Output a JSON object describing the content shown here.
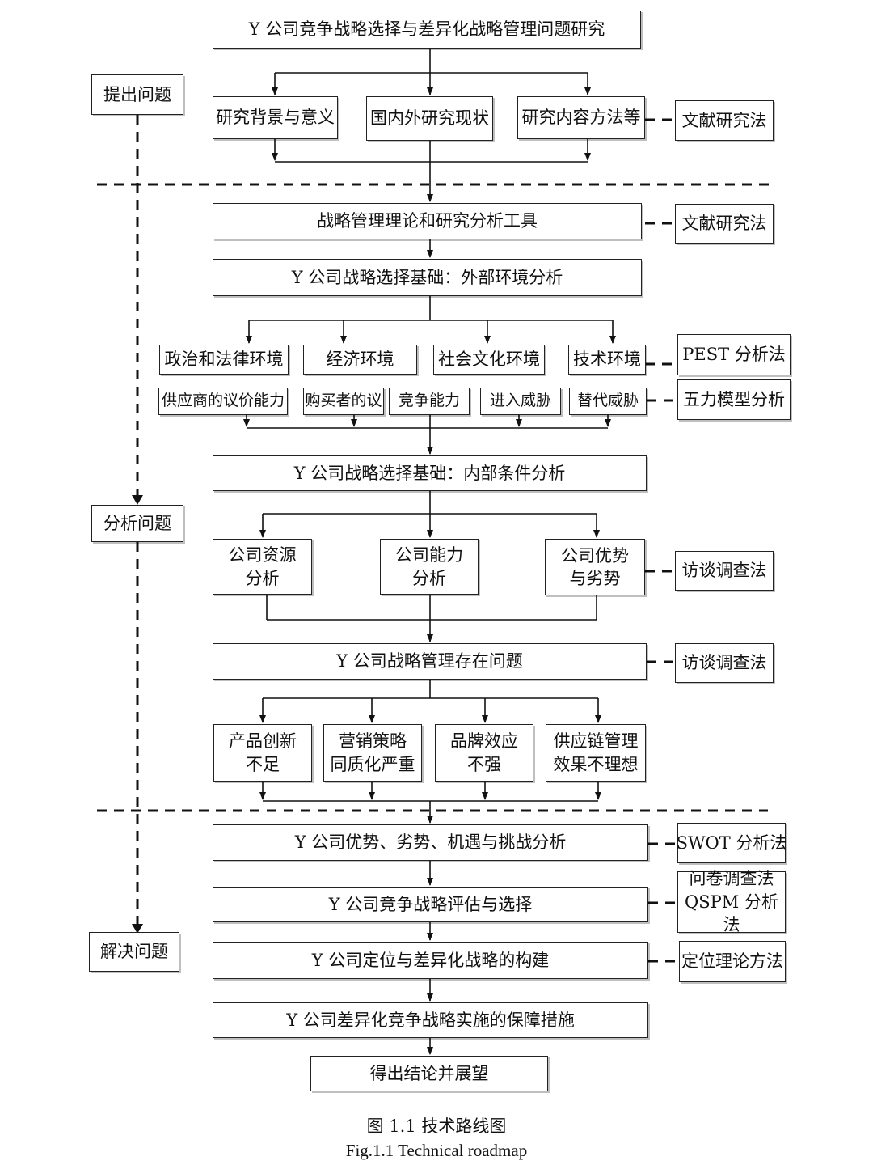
{
  "title": "Y 公司竞争战略选择与差异化战略管理问题研究",
  "phases": [
    "提出问题",
    "分析问题",
    "解决问题"
  ],
  "intro": [
    "研究背景与意义",
    "国内外研究现状",
    "研究内容方法等"
  ],
  "methods": {
    "lit1": "文献研究法",
    "lit2": "文献研究法",
    "pest": "PEST 分析法",
    "five": "五力模型分析",
    "interview1": "访谈调查法",
    "interview2": "访谈调查法",
    "swot": "SWOT 分析法",
    "survey": "问卷调查法",
    "qspm": "QSPM 分析法",
    "position": "定位理论方法"
  },
  "theory": "战略管理理论和研究分析工具",
  "external": "Y 公司战略选择基础：外部环境分析",
  "pest_items": [
    "政治和法律环境",
    "经济环境",
    "社会文化环境",
    "技术环境"
  ],
  "five_items": [
    "供应商的议价能力",
    "购买者的议",
    "竞争能力",
    "进入威胁",
    "替代威胁"
  ],
  "internal": "Y 公司战略选择基础：内部条件分析",
  "internal_items": [
    {
      "l1": "公司资源",
      "l2": "分析"
    },
    {
      "l1": "公司能力",
      "l2": "分析"
    },
    {
      "l1": "公司优势",
      "l2": "与劣势"
    }
  ],
  "problems_title": "Y 公司战略管理存在问题",
  "problems": [
    {
      "l1": "产品创新",
      "l2": "不足"
    },
    {
      "l1": "营销策略",
      "l2": "同质化严重"
    },
    {
      "l1": "品牌效应",
      "l2": "不强"
    },
    {
      "l1": "供应链管理",
      "l2": "效果不理想"
    }
  ],
  "solutions": {
    "swot_box": "Y 公司优势、劣势、机遇与挑战分析",
    "eval": "Y 公司竞争战略评估与选择",
    "positioning": "Y 公司定位与差异化战略的构建",
    "measures": "Y 公司差异化竞争战略实施的保障措施",
    "conclusion": "得出结论并展望"
  },
  "caption_cn": "图 1.1  技术路线图",
  "caption_en": "Fig.1.1 Technical roadmap"
}
